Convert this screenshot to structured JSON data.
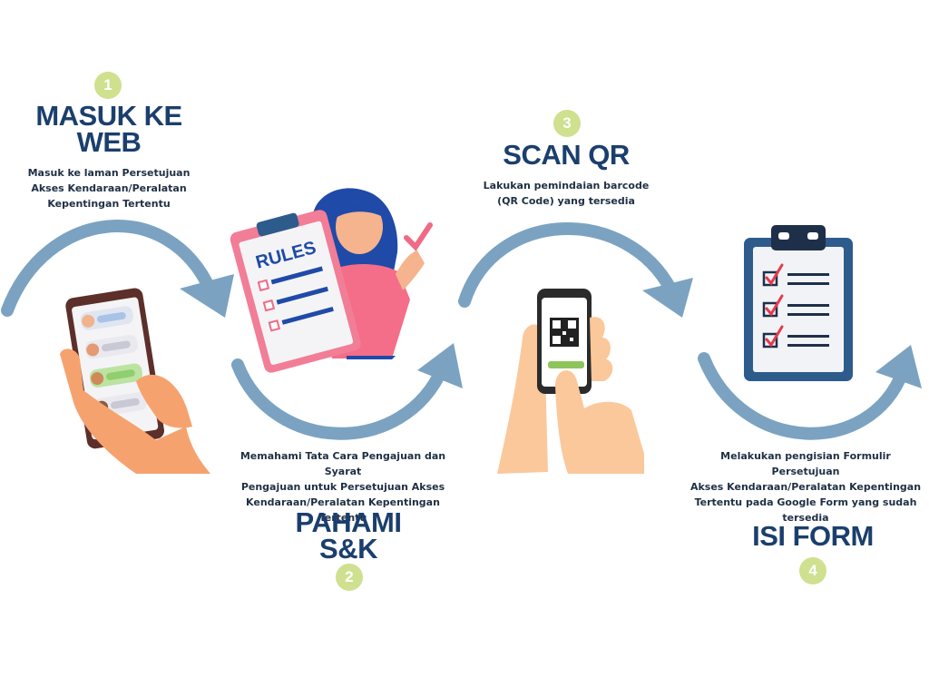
{
  "colors": {
    "title": "#1b3f6d",
    "body_text": "#1f2f44",
    "badge": "#cfe08f",
    "arrow": "#7ba3c1",
    "clipboard_dark": "#2d5b8c"
  },
  "steps": [
    {
      "number": "1",
      "title_lines": [
        "MASUK KE",
        "WEB"
      ],
      "description_lines": [
        "Masuk ke laman Persetujuan",
        "Akses Kendaraan/Peralatan",
        "Kepentingan Tertentu"
      ],
      "illustration": "phone-in-hand-chat-icon"
    },
    {
      "number": "2",
      "title_lines": [
        "PAHAMI",
        "S&K"
      ],
      "description_lines": [
        "Memahami Tata Cara Pengajuan dan Syarat",
        "Pengajuan untuk Persetujuan Akses",
        "Kendaraan/Peralatan Kepentingan Tertentu"
      ],
      "illustration": "woman-with-rules-clipboard-icon",
      "rules_label": "RULES"
    },
    {
      "number": "3",
      "title_lines": [
        "SCAN QR"
      ],
      "description_lines": [
        "Lakukan pemindaian barcode",
        "(QR Code) yang tersedia"
      ],
      "illustration": "phone-qr-scan-icon"
    },
    {
      "number": "4",
      "title_lines": [
        "ISI FORM"
      ],
      "description_lines": [
        "Melakukan pengisian Formulir Persetujuan",
        "Akses Kendaraan/Peralatan Kepentingan",
        "Tertentu pada Google Form yang sudah",
        "tersedia"
      ],
      "illustration": "checklist-clipboard-icon"
    }
  ]
}
